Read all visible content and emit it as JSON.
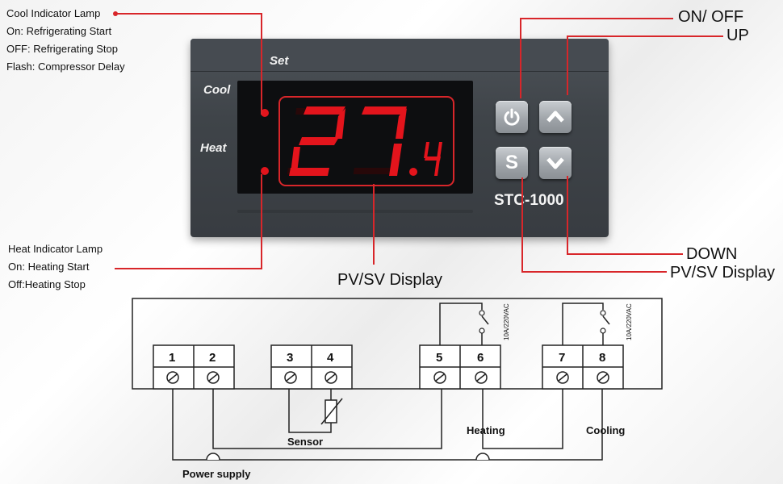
{
  "annotations": {
    "cool_lamp": {
      "title": "Cool Indicator Lamp",
      "lines": [
        "On: Refrigerating Start",
        "OFF: Refrigerating Stop",
        "Flash: Compressor Delay"
      ]
    },
    "heat_lamp": {
      "title": "Heat Indicator Lamp",
      "lines": [
        "On: Heating Start",
        "Off:Heating Stop"
      ]
    },
    "on_off": "ON/ OFF",
    "up": "UP",
    "down": "DOWN",
    "pv_sv_right": "PV/SV Display",
    "pv_sv_center": "PV/SV Display"
  },
  "device": {
    "set_label": "Set",
    "cool_label": "Cool",
    "heat_label": "Heat",
    "model": "STC-1000",
    "display_value": "27.4",
    "buttons": {
      "power_icon": "power-icon",
      "set_label": "S",
      "up_icon": "chevron-up-icon",
      "down_icon": "chevron-down-icon"
    },
    "colors": {
      "led": "#e3141c",
      "body": "#3f4449",
      "annotation": "#d8262a"
    }
  },
  "wiring": {
    "terminals": [
      "1",
      "2",
      "3",
      "4",
      "5",
      "6",
      "7",
      "8"
    ],
    "relay_rating": "10A/220VAC",
    "labels": {
      "sensor": "Sensor",
      "heating": "Heating",
      "cooling": "Cooling",
      "power_supply": "Power supply"
    }
  }
}
